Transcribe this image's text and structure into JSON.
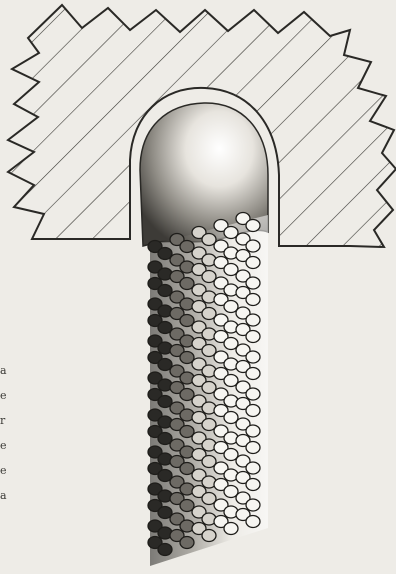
{
  "figure": {
    "parts": [
      "serrated-hatched-wall",
      "rounded-cap",
      "segmented-filament"
    ],
    "colors": {
      "paper": "#eeece7",
      "ink": "#2a2926",
      "cap_shade": "#4a4843"
    }
  },
  "margin_fragments": [
    "a",
    "e",
    "r",
    "e",
    "e",
    "a"
  ],
  "show_through_text": ""
}
